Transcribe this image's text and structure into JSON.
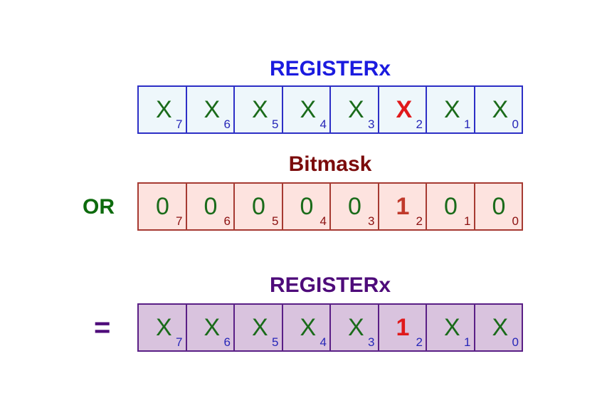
{
  "colors": {
    "register_title": "#1b1bdf",
    "register_fill": "#eef7fb",
    "register_border": "#2d2fc6",
    "bitmask_title": "#7b0b0b",
    "bitmask_fill": "#fde3df",
    "bitmask_border": "#a63a32",
    "result_title": "#4e0b7a",
    "result_fill": "#d9c3de",
    "result_border": "#5a1f86",
    "value_green": "#1a6b1a",
    "highlight_red": "#e0191b",
    "operator_or": "#0d6b0d",
    "operator_eq": "#4e0b7a"
  },
  "register": {
    "title": "REGISTERx",
    "cells": [
      {
        "value": "X",
        "index": "7"
      },
      {
        "value": "X",
        "index": "6"
      },
      {
        "value": "X",
        "index": "5"
      },
      {
        "value": "X",
        "index": "4"
      },
      {
        "value": "X",
        "index": "3"
      },
      {
        "value": "X",
        "index": "2"
      },
      {
        "value": "X",
        "index": "1"
      },
      {
        "value": "X",
        "index": "0"
      }
    ]
  },
  "bitmask": {
    "title": "Bitmask",
    "operator": "OR",
    "cells": [
      {
        "value": "0",
        "index": "7"
      },
      {
        "value": "0",
        "index": "6"
      },
      {
        "value": "0",
        "index": "5"
      },
      {
        "value": "0",
        "index": "4"
      },
      {
        "value": "0",
        "index": "3"
      },
      {
        "value": "1",
        "index": "2"
      },
      {
        "value": "0",
        "index": "1"
      },
      {
        "value": "0",
        "index": "0"
      }
    ]
  },
  "result": {
    "title": "REGISTERx",
    "operator": "=",
    "cells": [
      {
        "value": "X",
        "index": "7"
      },
      {
        "value": "X",
        "index": "6"
      },
      {
        "value": "X",
        "index": "5"
      },
      {
        "value": "X",
        "index": "4"
      },
      {
        "value": "X",
        "index": "3"
      },
      {
        "value": "1",
        "index": "2"
      },
      {
        "value": "X",
        "index": "1"
      },
      {
        "value": "X",
        "index": "0"
      }
    ]
  }
}
